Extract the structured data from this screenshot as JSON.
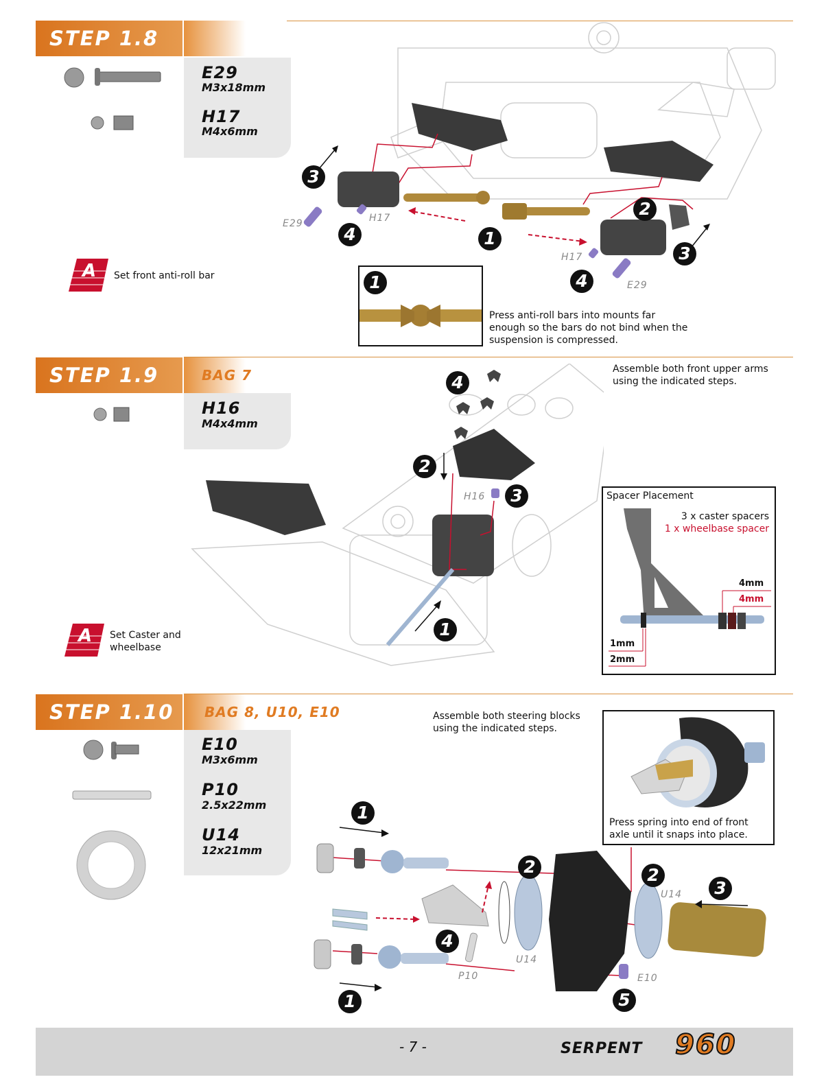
{
  "steps": [
    {
      "title": "STEP 1.8",
      "bag": "",
      "parts": [
        {
          "code": "E29",
          "size": "M3x18mm"
        },
        {
          "code": "H17",
          "size": "M4x6mm"
        }
      ],
      "callout_icon": "A",
      "callout_text": "Set front anti-roll bar",
      "labels": {
        "e29": "E29",
        "h17": "H17"
      },
      "markers": [
        "3",
        "4",
        "1",
        "2",
        "3",
        "4"
      ],
      "inset_marker": "1",
      "inset_text": "Press anti-roll bars into mounts far enough so the bars do not bind when the suspension is compressed."
    },
    {
      "title": "STEP 1.9",
      "bag": "BAG 7",
      "parts": [
        {
          "code": "H16",
          "size": "M4x4mm"
        }
      ],
      "top_note": "Assemble both front upper arms using the indicated steps.",
      "callout_icon": "A",
      "callout_text": "Set Caster and wheelbase",
      "labels": {
        "h16": "H16"
      },
      "markers": [
        "4",
        "2",
        "3",
        "1"
      ],
      "spacer": {
        "title": "Spacer Placement",
        "line1": "3 x caster spacers",
        "line2": "1 x wheelbase spacer",
        "right_a": "4mm",
        "right_b": "4mm",
        "left_a": "1mm",
        "left_b": "2mm"
      }
    },
    {
      "title": "STEP 1.10",
      "bag": "BAG 8, U10, E10",
      "parts": [
        {
          "code": "E10",
          "size": "M3x6mm"
        },
        {
          "code": "P10",
          "size": "2.5x22mm"
        },
        {
          "code": "U14",
          "size": "12x21mm"
        }
      ],
      "top_note": "Assemble both steering blocks using the indicated steps.",
      "inset_text": "Press spring into end of front axle until it snaps into place.",
      "labels": {
        "u14a": "U14",
        "u14b": "U14",
        "p10": "P10",
        "e10": "E10"
      },
      "markers": [
        "1",
        "2",
        "2",
        "3",
        "4",
        "1",
        "5"
      ]
    }
  ],
  "footer": {
    "page": "- 7 -",
    "brand": "SERPENT",
    "model": "960"
  },
  "colors": {
    "accent": "#e07b22",
    "red_line": "#c8102e",
    "panel": "#e8e8e8"
  }
}
